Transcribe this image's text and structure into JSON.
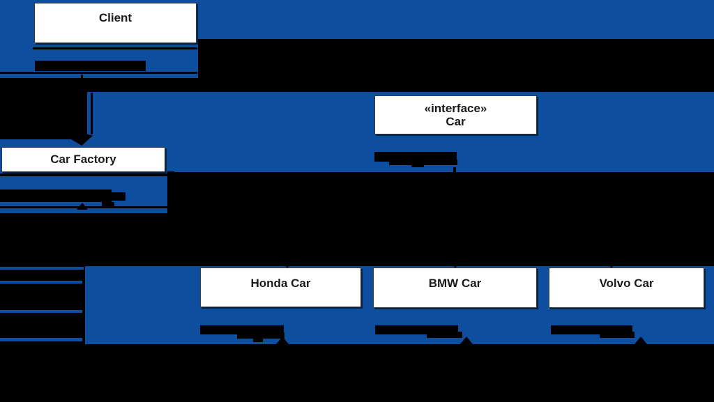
{
  "colors": {
    "background": "#000000",
    "band_blue": "#0D4E9E",
    "box_white": "#FFFFFF",
    "text_black": "#1A1A1A",
    "line_black": "#000000"
  },
  "diagram": {
    "type": "uml-class-diagram",
    "nodes": {
      "client": {
        "title": "Client"
      },
      "car_interface": {
        "stereotype": "«interface»",
        "title": "Car"
      },
      "car_factory": {
        "title": "Car Factory"
      },
      "honda": {
        "title": "Honda Car"
      },
      "bmw": {
        "title": "BMW Car"
      },
      "volvo": {
        "title": "Volvo Car"
      }
    }
  }
}
